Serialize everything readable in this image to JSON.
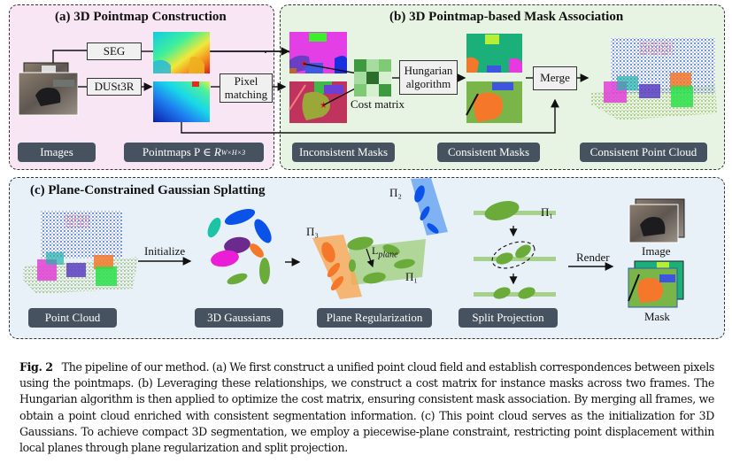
{
  "figure": {
    "panel_a": {
      "title": "(a) 3D Pointmap Construction",
      "seg_label": "SEG",
      "dust3r_label": "DUSt3R",
      "pixel_matching_label": "Pixel matching",
      "tags": {
        "images": "Images",
        "pointmaps": "Pointmaps P ∈ R^{W×H×3}"
      }
    },
    "panel_b": {
      "title": "(b) 3D Pointmap-based Mask Association",
      "cost_matrix_label": "Cost matrix",
      "hungarian_label": "Hungarian algorithm",
      "merge_label": "Merge",
      "tags": {
        "inconsistent": "Inconsistent Masks",
        "consistent": "Consistent Masks",
        "cloud": "Consistent Point Cloud"
      }
    },
    "panel_c": {
      "title": "(c) Plane-Constrained Gaussian Splatting",
      "initialize_label": "Initialize",
      "render_label": "Render",
      "image_label": "Image",
      "mask_label": "Mask",
      "plane_labels": {
        "pi1": "Π₁",
        "pi2": "Π₂",
        "pi3": "Π₃",
        "lplane": "L_plane"
      },
      "tags": {
        "point_cloud": "Point Cloud",
        "gaussians": "3D Gaussians",
        "plane_reg": "Plane Regularization",
        "split": "Split Projection"
      }
    },
    "colors": {
      "panel_a_bg": "#f9e6f4",
      "panel_b_bg": "#e7f4e3",
      "panel_c_bg": "#e8f0f8",
      "tag_bg": "#46525f",
      "gaussian_green": "#6aab3a",
      "plane_blue": "#5b9ef0",
      "plane_orange": "#f7a751",
      "plane_green": "#a6d18a"
    }
  },
  "caption": {
    "label": "Fig. 2",
    "text": "The pipeline of our method. (a) We first construct a unified point cloud field and establish correspondences between pixels using the pointmaps. (b) Leveraging these relationships, we construct a cost matrix for instance masks across two frames. The Hungarian algorithm is then applied to optimize the cost matrix, ensuring consistent mask association. By merging all frames, we obtain a point cloud enriched with consistent segmentation information. (c) This point cloud serves as the initialization for 3D Gaussians. To achieve compact 3D segmentation, we employ a piecewise-plane constraint, restricting point displacement within local planes through plane regularization and split projection."
  }
}
